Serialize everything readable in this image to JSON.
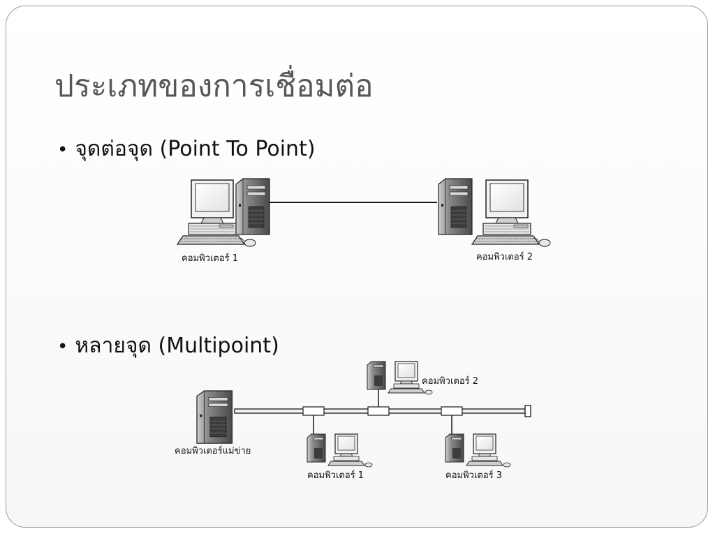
{
  "slide": {
    "title": "ประเภทของการเชื่อมต่อ",
    "bullets": [
      {
        "text": "จุดต่อจุด (Point To Point)"
      },
      {
        "text": "หลายจุด (Multipoint)"
      }
    ]
  },
  "diagrams": {
    "point_to_point": {
      "computer_1_label": "คอมพิวเตอร์ 1",
      "computer_2_label": "คอมพิวเตอร์ 2"
    },
    "multipoint": {
      "server_label": "คอมพิวเตอร์แม่ข่าย",
      "computer_1_label": "คอมพิวเตอร์ 1",
      "computer_2_label": "คอมพิวเตอร์ 2",
      "computer_3_label": "คอมพิวเตอร์ 3"
    }
  }
}
